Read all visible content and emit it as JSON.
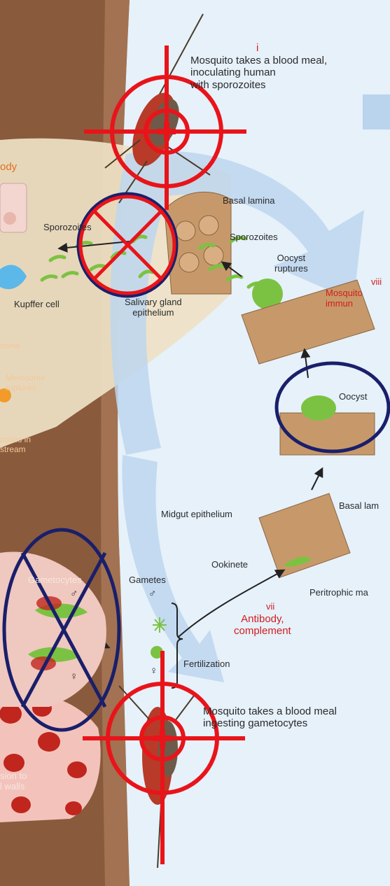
{
  "labels": {
    "roman_i": "i",
    "mosquito_meal_top": "Mosquito takes a blood meal,\ninoculating human\nwith sporozoites",
    "body_partial": "ody",
    "basal_lamina": "Basal lamina",
    "sporozoites_left": "Sporozoites",
    "sporozoites_right": "Sporozoites",
    "oocyst_ruptures": "Oocyst\nruptures",
    "roman_viii": "viii",
    "mosquito_immunity_partial": "Mosquito\nimmun",
    "kupffer_cell": "Kupffer cell",
    "salivary_gland": "Salivary gland\nepithelium",
    "merosome_partial": "some",
    "merosome_ruptures": "Merosome\nruptures",
    "bloodstream_partial": "zoites in\nstream",
    "oocyst": "Oocyst",
    "midgut_epithelium": "Midgut epithelium",
    "basal_lamina_right": "Basal lam",
    "ookinete": "Ookinete",
    "gametocytes": "Gametocytes",
    "gametes": "Gametes",
    "peritrophic_partial": "Peritrophic ma",
    "roman_vii": "vii",
    "antibody_complement": "Antibody,\ncomplement",
    "fertilization": "Fertilization",
    "male_symbol": "♂",
    "female_symbol": "♀",
    "male_symbol_left": "♂",
    "female_symbol_left": "♀",
    "mosquito_meal_bottom": "Mosquito takes a blood meal\ningesting gametocytes",
    "adhesion_partial": "sion to\nl walls"
  },
  "colors": {
    "skin": "#8a5a3c",
    "skin_light": "#b98a68",
    "liver_band": "#efe2c6",
    "arrow_band": "#bcd6ee",
    "panel": "#e6f1fa",
    "epithelium": "#c7996a",
    "parasite_green": "#7cc242",
    "mark_red": "#e8141a",
    "mark_navy": "#1a1f6b",
    "label_red": "#d11d1d",
    "label_orange": "#e07020"
  }
}
